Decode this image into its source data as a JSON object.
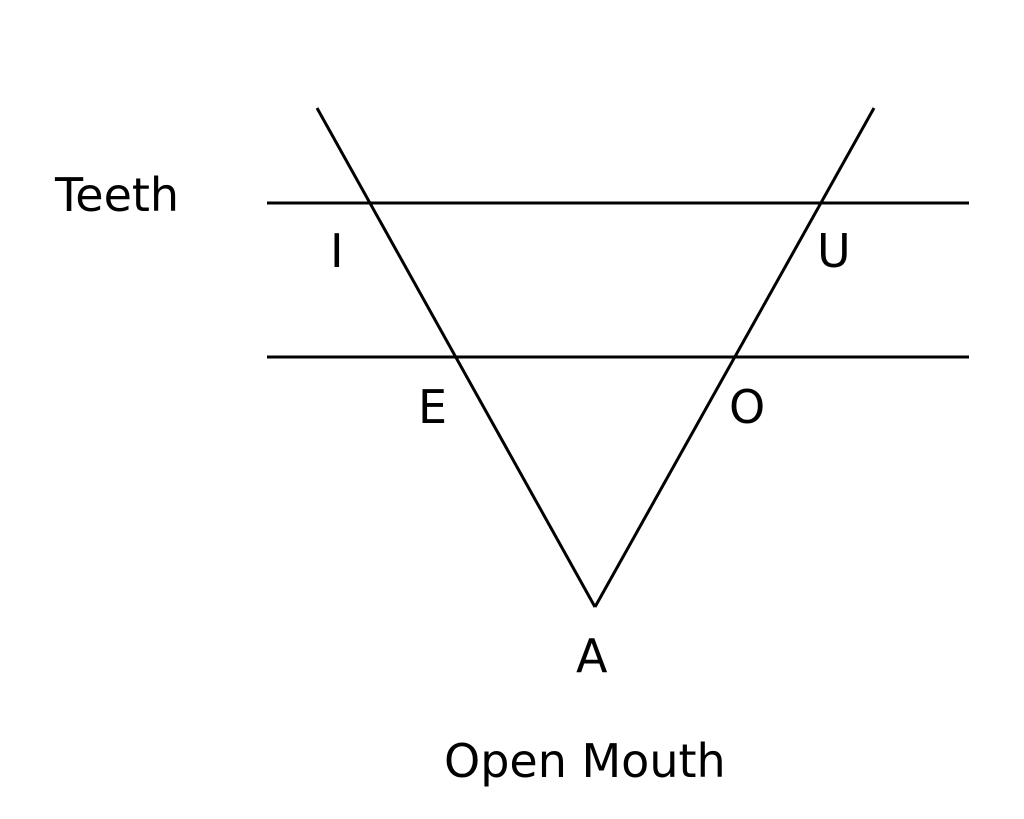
{
  "labels": {
    "teeth": "Teeth",
    "open_mouth": "Open Mouth",
    "i": "I",
    "u": "U",
    "e": "E",
    "o": "O",
    "a": "A"
  }
}
